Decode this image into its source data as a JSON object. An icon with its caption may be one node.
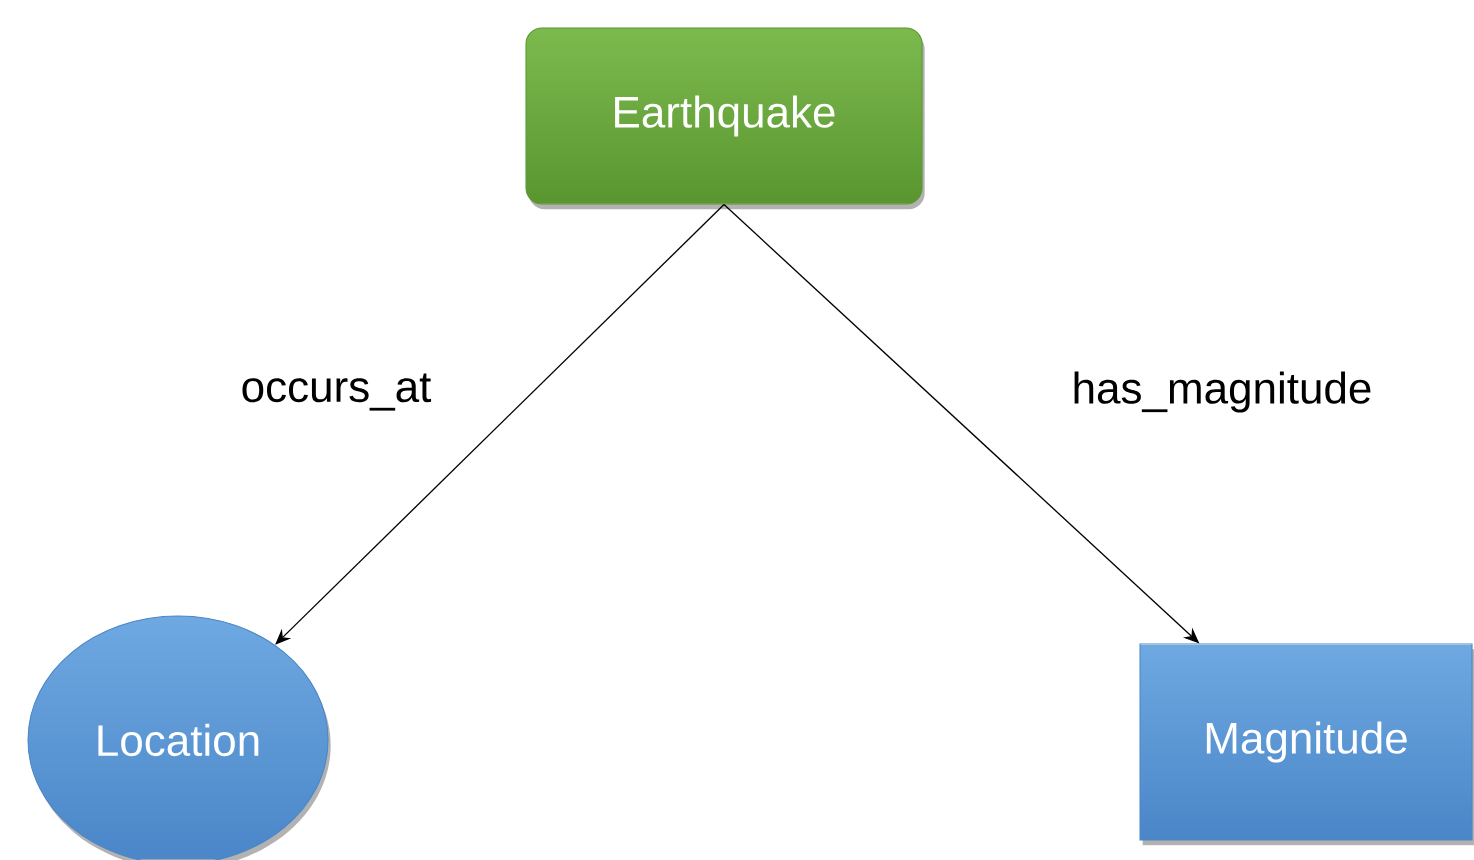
{
  "diagram": {
    "nodes": [
      {
        "text": [
          "Earthquake"
        ]
      },
      {
        "text": [
          "Location"
        ]
      },
      {
        "text": [
          "Magnitude"
        ]
      }
    ],
    "edges": [
      {
        "from": 0,
        "to": 1,
        "arrow": "to",
        "label": "occurs_at"
      },
      {
        "from": 0,
        "to": 2,
        "arrow": "to",
        "label": "has_magnitude"
      }
    ]
  }
}
